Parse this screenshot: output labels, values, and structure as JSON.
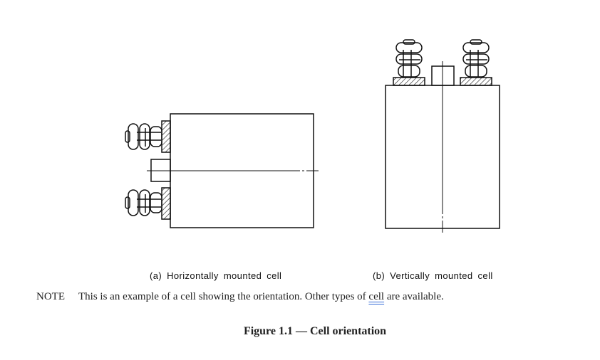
{
  "figure": {
    "caption_a": "(a) Horizontally mounted cell",
    "caption_b": "(b) Vertically mounted cell",
    "title": "Figure 1.1 — Cell orientation"
  },
  "note": {
    "label": "NOTE",
    "text_before": "This is an example of a cell showing the orientation. Other types of ",
    "link_word": "cell",
    "text_after": " are available."
  }
}
